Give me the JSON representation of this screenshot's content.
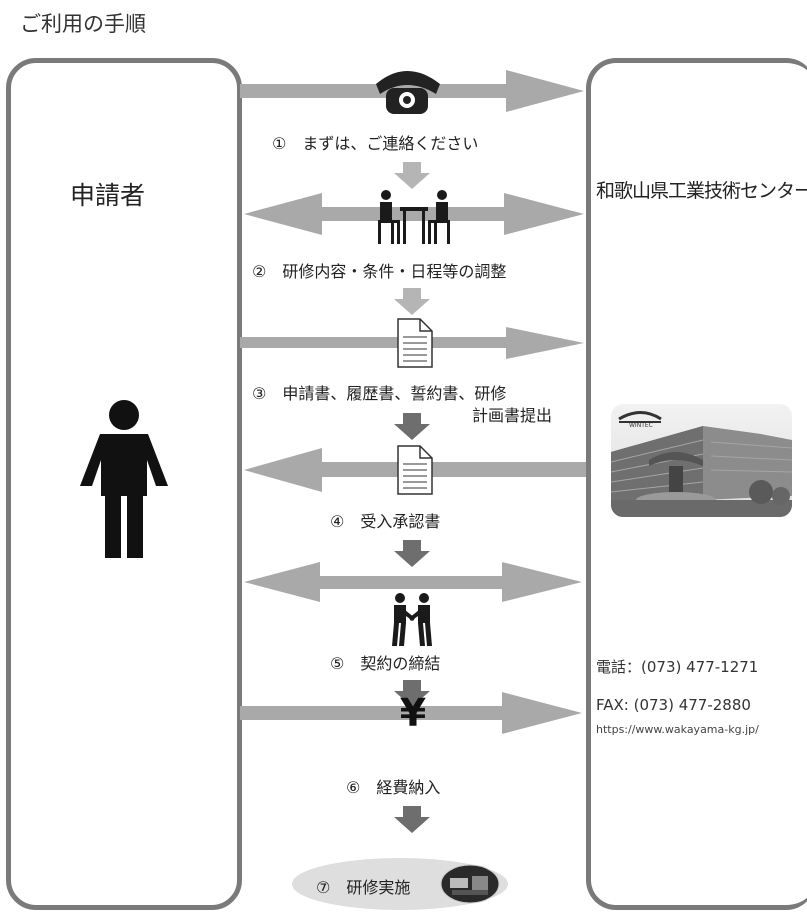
{
  "header": {
    "title": "ご利用の手順"
  },
  "parties": {
    "applicant": "申請者",
    "center": "和歌山県工業技術センター"
  },
  "steps": [
    {
      "label": "①　まずは、ご連絡ください"
    },
    {
      "label": "②　研修内容・条件・日程等の調整"
    },
    {
      "label": "③　申請書、履歴書、誓約書、研修",
      "label2": "計画書提出"
    },
    {
      "label": "④　受入承認書"
    },
    {
      "label": "⑤　契約の締結"
    },
    {
      "label": "⑥　経費納入"
    },
    {
      "label": "⑦　研修実施"
    }
  ],
  "photo": {
    "sign_text": "WINTEC"
  },
  "contact": {
    "phone": "電話：(073) 477-1271",
    "fax": "FAX: (073) 477-2880",
    "url": "https://www.wakayama-kg.jp/"
  },
  "icons": {
    "yen": "¥"
  },
  "colors": {
    "arrow": "#a9a9a9",
    "arrow_dark": "#7f7f7f",
    "panel_border": "#7a7a7a",
    "step7_bg": "#dedede"
  }
}
